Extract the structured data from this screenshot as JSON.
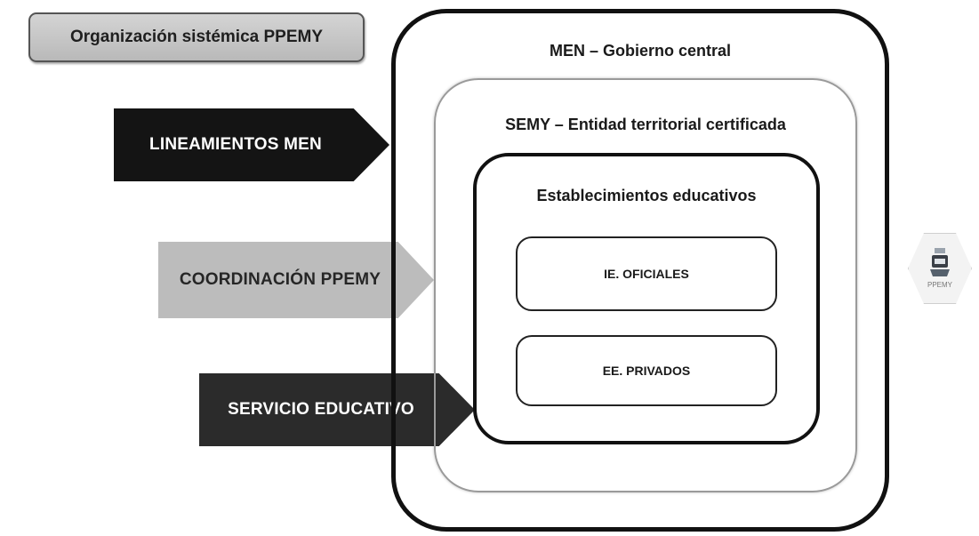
{
  "title": "Organización sistémica PPEMY",
  "arrows": [
    {
      "label": "LINEAMIENTOS  MEN"
    },
    {
      "label": "COORDINACIÓN  PPEMY"
    },
    {
      "label": "SERVICIO EDUCATIVO"
    }
  ],
  "boxes": {
    "outer": "MEN – Gobierno central",
    "middle": "SEMY – Entidad territorial certificada",
    "inner": "Establecimientos educativos",
    "items": [
      "IE. OFICIALES",
      "EE. PRIVADOS"
    ]
  },
  "logo": {
    "icon": "school-logo-icon",
    "text": "PPEMY"
  }
}
